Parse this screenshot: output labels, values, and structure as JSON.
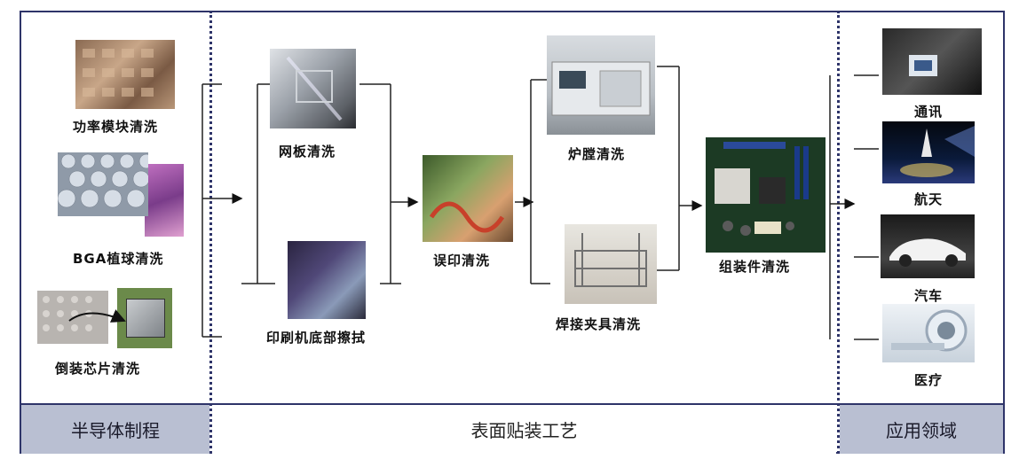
{
  "sections": {
    "semiconductor": "半导体制程",
    "smt": "表面贴装工艺",
    "applications": "应用领域"
  },
  "semiconductor_items": [
    {
      "label": "功率模块清洗",
      "icon": "power-module-photo"
    },
    {
      "label": "BGA植球清洗",
      "icon": "bga-ball-photo"
    },
    {
      "label": "倒装芯片清洗",
      "icon": "flip-chip-photo"
    }
  ],
  "smt_items": {
    "stencil": "网板清洗",
    "printer_wipe": "印刷机底部擦拭",
    "misprint": "误印清洗",
    "reflow": "炉膛清洗",
    "fixture": "焊接夹具清洗",
    "assembly": "组装件清洗"
  },
  "applications_items": [
    {
      "label": "通讯",
      "icon": "communication-photo"
    },
    {
      "label": "航天",
      "icon": "aerospace-photo"
    },
    {
      "label": "汽车",
      "icon": "automotive-photo"
    },
    {
      "label": "医疗",
      "icon": "medical-photo"
    }
  ],
  "colors": {
    "frame": "#2e3469",
    "footer_bg": "#b9bfd2"
  }
}
